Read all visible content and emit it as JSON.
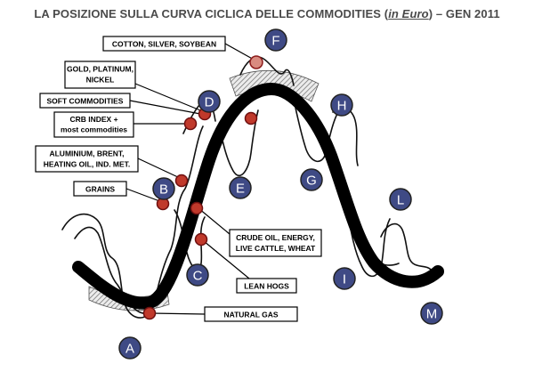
{
  "title": {
    "before": "LA POSIZIONE SULLA CURVA CICLICA DELLE COMMODITIES (",
    "emphasis": "in Euro",
    "after": ") – GEN 2011"
  },
  "phase_letters": [
    "A",
    "B",
    "C",
    "D",
    "E",
    "F",
    "G",
    "H",
    "I",
    "L",
    "M"
  ],
  "labels": {
    "cotton": "COTTON, SILVER, SOYBEAN",
    "gold_1": "GOLD, PLATINUM,",
    "gold_2": "NICKEL",
    "soft": "SOFT COMMODITIES",
    "crb_1": "CRB INDEX +",
    "crb_2": "most commodities",
    "alu_1": "ALUMINIUM, BRENT,",
    "alu_2": "HEATING OIL, IND. MET.",
    "grains": "GRAINS",
    "crude_1": "CRUDE OIL, ENERGY,",
    "crude_2": "LIVE CATTLE, WHEAT",
    "lean": "LEAN HOGS",
    "natgas": "NATURAL GAS"
  },
  "colors": {
    "title": "#4a4a4a",
    "letter_fill": "#3f4a85",
    "letter_text": "#ffffff",
    "marker": "#c0392b",
    "curve": "#000000"
  }
}
